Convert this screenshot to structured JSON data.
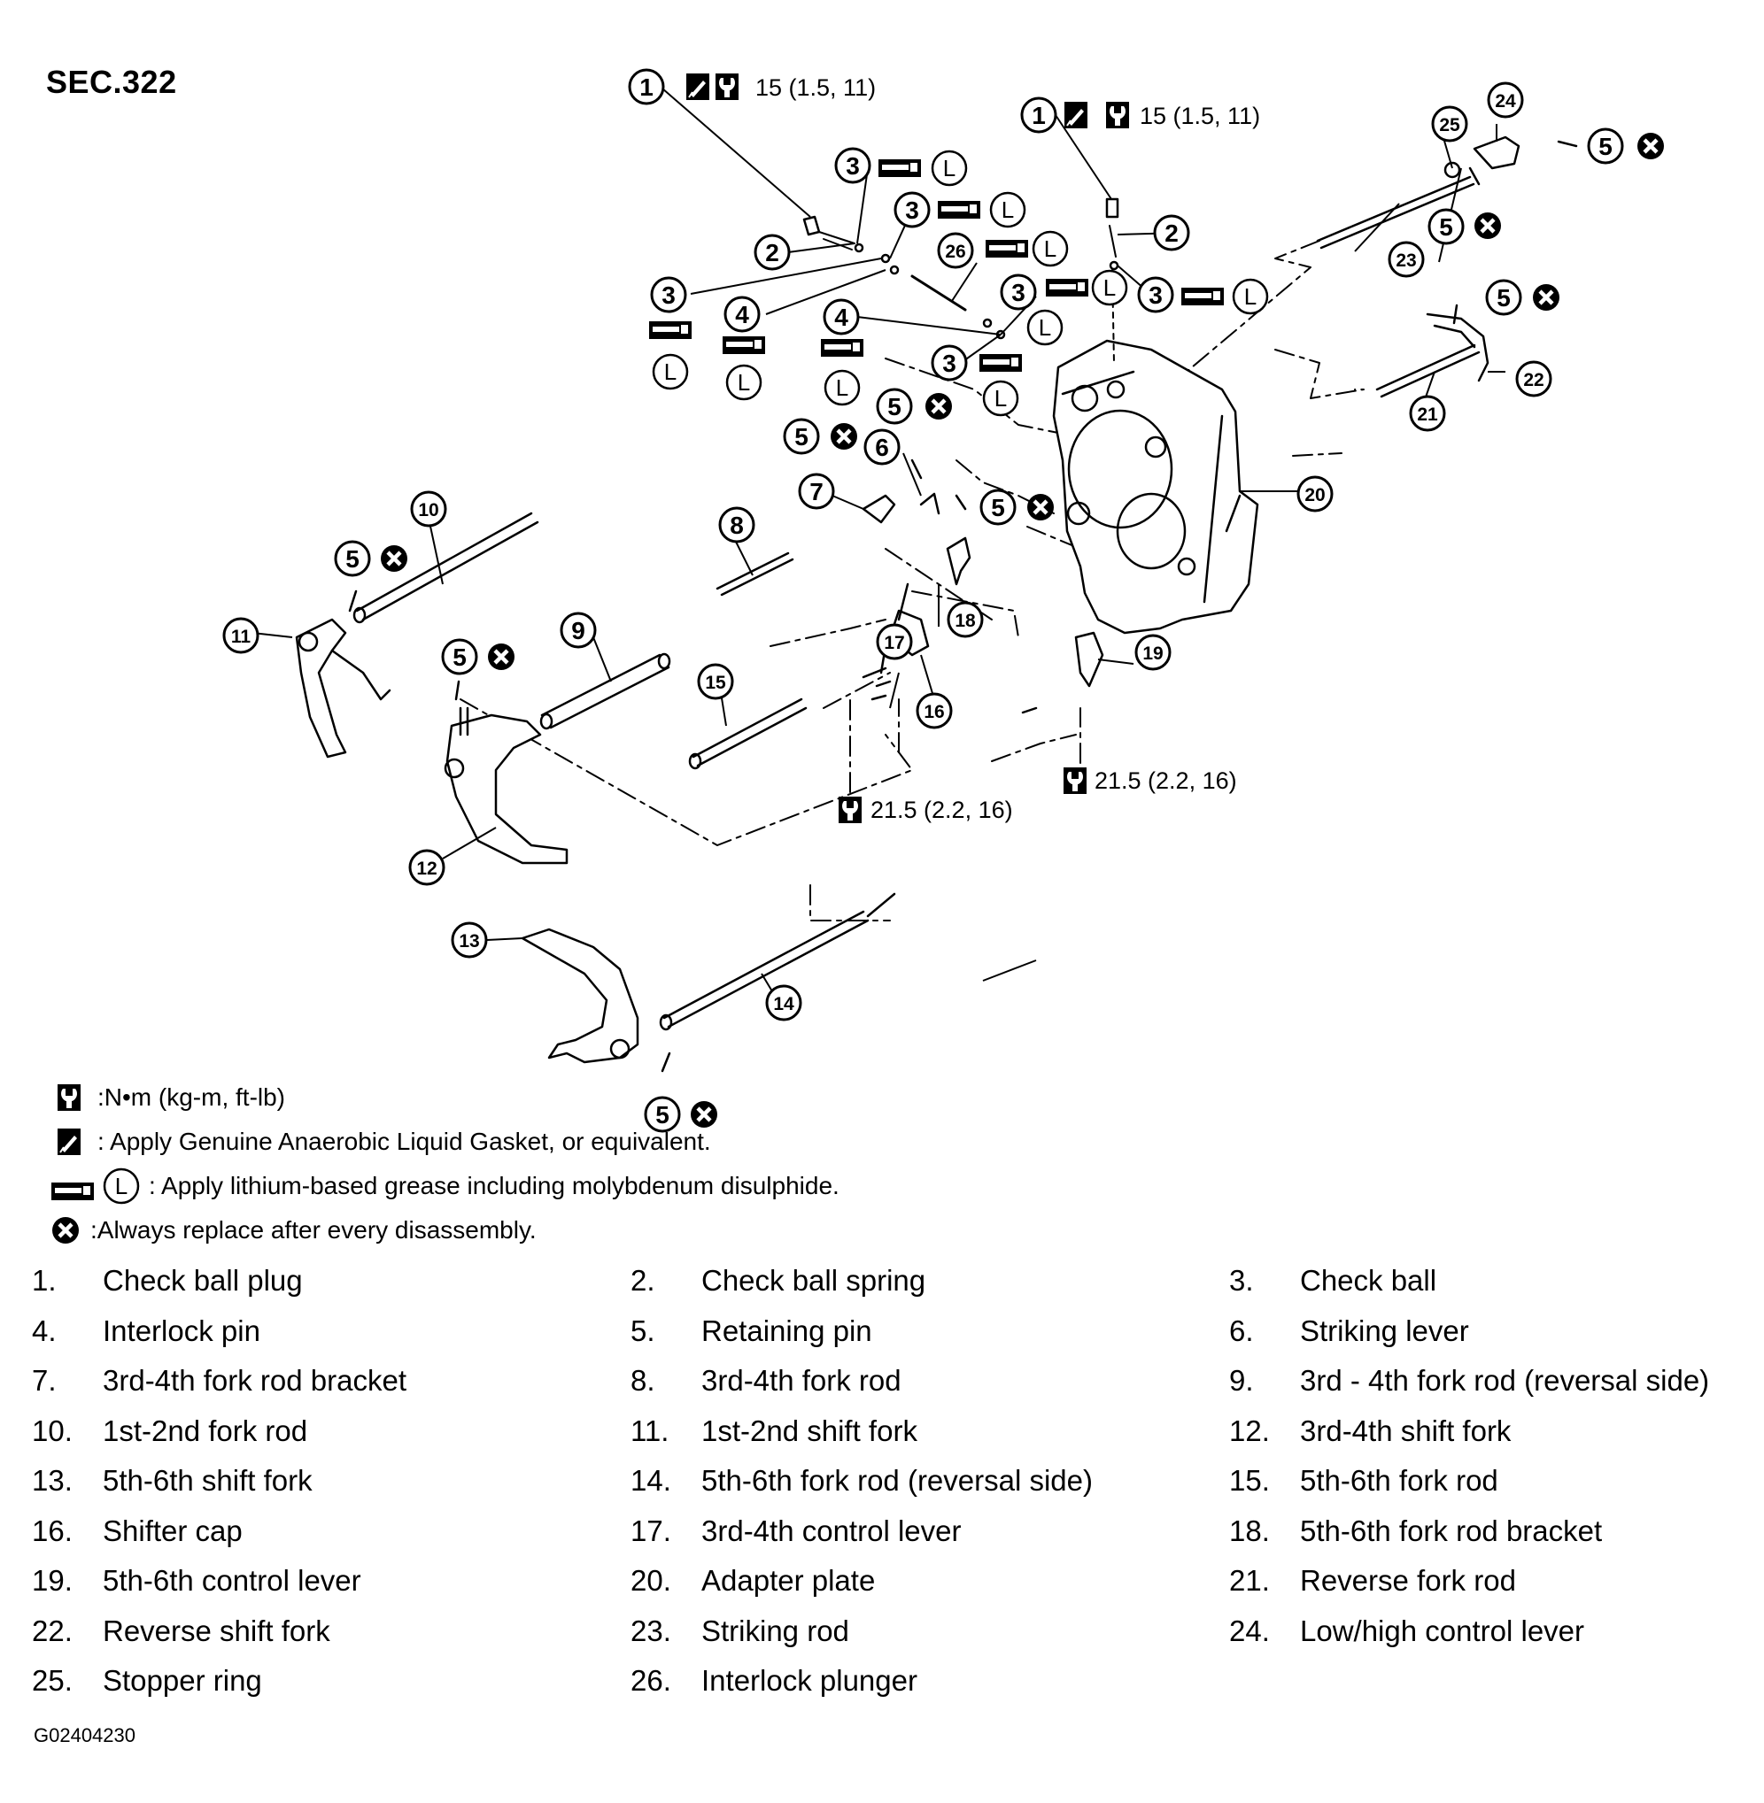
{
  "section": "SEC.322",
  "figure_code": "G02404230",
  "torque_labels": {
    "plug_torque": "15 (1.5, 11)",
    "lever_torque": "21.5 (2.2, 16)"
  },
  "legend": [
    {
      "icon": "torque-wrench-icon",
      "text": ":N•m (kg-m, ft-lb)"
    },
    {
      "icon": "liquid-gasket-icon",
      "text": ": Apply Genuine Anaerobic Liquid Gasket, or equivalent."
    },
    {
      "icon": "grease-gun-icon",
      "text": ": Apply lithium-based grease including molybdenum disulphide."
    },
    {
      "icon": "replace-x-icon",
      "text": ":Always replace after every disassembly."
    }
  ],
  "grease_symbol": "L",
  "parts": [
    {
      "num": "1.",
      "name": "Check ball plug"
    },
    {
      "num": "2.",
      "name": "Check ball spring"
    },
    {
      "num": "3.",
      "name": "Check ball"
    },
    {
      "num": "4.",
      "name": "Interlock pin"
    },
    {
      "num": "5.",
      "name": "Retaining pin"
    },
    {
      "num": "6.",
      "name": "Striking lever"
    },
    {
      "num": "7.",
      "name": "3rd-4th fork rod bracket"
    },
    {
      "num": "8.",
      "name": "3rd-4th fork rod"
    },
    {
      "num": "9.",
      "name": "3rd - 4th fork rod (reversal side)"
    },
    {
      "num": "10.",
      "name": "1st-2nd fork rod"
    },
    {
      "num": "11.",
      "name": "1st-2nd shift fork"
    },
    {
      "num": "12.",
      "name": "3rd-4th shift fork"
    },
    {
      "num": "13.",
      "name": "5th-6th shift fork"
    },
    {
      "num": "14.",
      "name": "5th-6th fork rod (reversal side)"
    },
    {
      "num": "15.",
      "name": "5th-6th fork rod"
    },
    {
      "num": "16.",
      "name": "Shifter cap"
    },
    {
      "num": "17.",
      "name": "3rd-4th control lever"
    },
    {
      "num": "18.",
      "name": "5th-6th fork rod bracket"
    },
    {
      "num": "19.",
      "name": "5th-6th control lever"
    },
    {
      "num": "20.",
      "name": "Adapter plate"
    },
    {
      "num": "21.",
      "name": "Reverse fork rod"
    },
    {
      "num": "22.",
      "name": "Reverse shift fork"
    },
    {
      "num": "23.",
      "name": "Striking rod"
    },
    {
      "num": "24.",
      "name": "Low/high control lever"
    },
    {
      "num": "25.",
      "name": "Stopper ring"
    },
    {
      "num": "26.",
      "name": "Interlock plunger"
    }
  ],
  "callouts": [
    "1",
    "2",
    "3",
    "4",
    "5",
    "6",
    "7",
    "8",
    "9",
    "10",
    "11",
    "12",
    "13",
    "14",
    "15",
    "16",
    "17",
    "18",
    "19",
    "20",
    "21",
    "22",
    "23",
    "24",
    "25",
    "26"
  ]
}
